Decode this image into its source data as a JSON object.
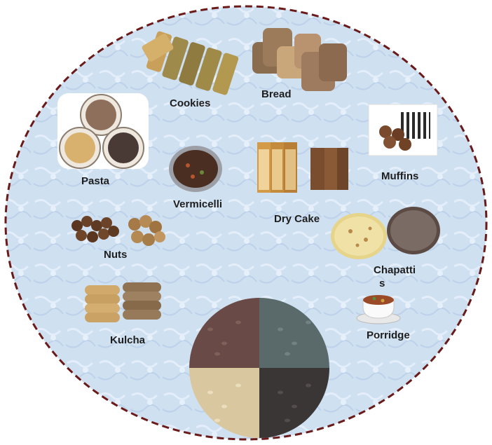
{
  "labels": {
    "cookies": "Cookies",
    "bread": "Bread",
    "pasta": "Pasta",
    "vermicelli": "Vermicelli",
    "dry_cake": "Dry Cake",
    "muffins": "Muffins",
    "nuts": "Nuts",
    "chapattis_line1": "Chapatti",
    "chapattis_line2": "s",
    "porridge": "Porridge",
    "kulcha": "Kulcha"
  },
  "colors": {
    "background": "#cfe0f1",
    "border": "#6b1a1a"
  },
  "icons": {
    "cookies": "cookie-sticks-image",
    "bread": "bread-slices-image",
    "pasta": "pasta-bowls-image",
    "vermicelli": "vermicelli-bowl-image",
    "dry_cake": "dry-cake-slices-image",
    "muffins": "muffins-image",
    "nuts": "nuts-image",
    "chapattis": "chapattis-image",
    "porridge": "porridge-cup-image",
    "kulcha": "kulcha-stack-image",
    "grains": "millet-grains-image"
  }
}
